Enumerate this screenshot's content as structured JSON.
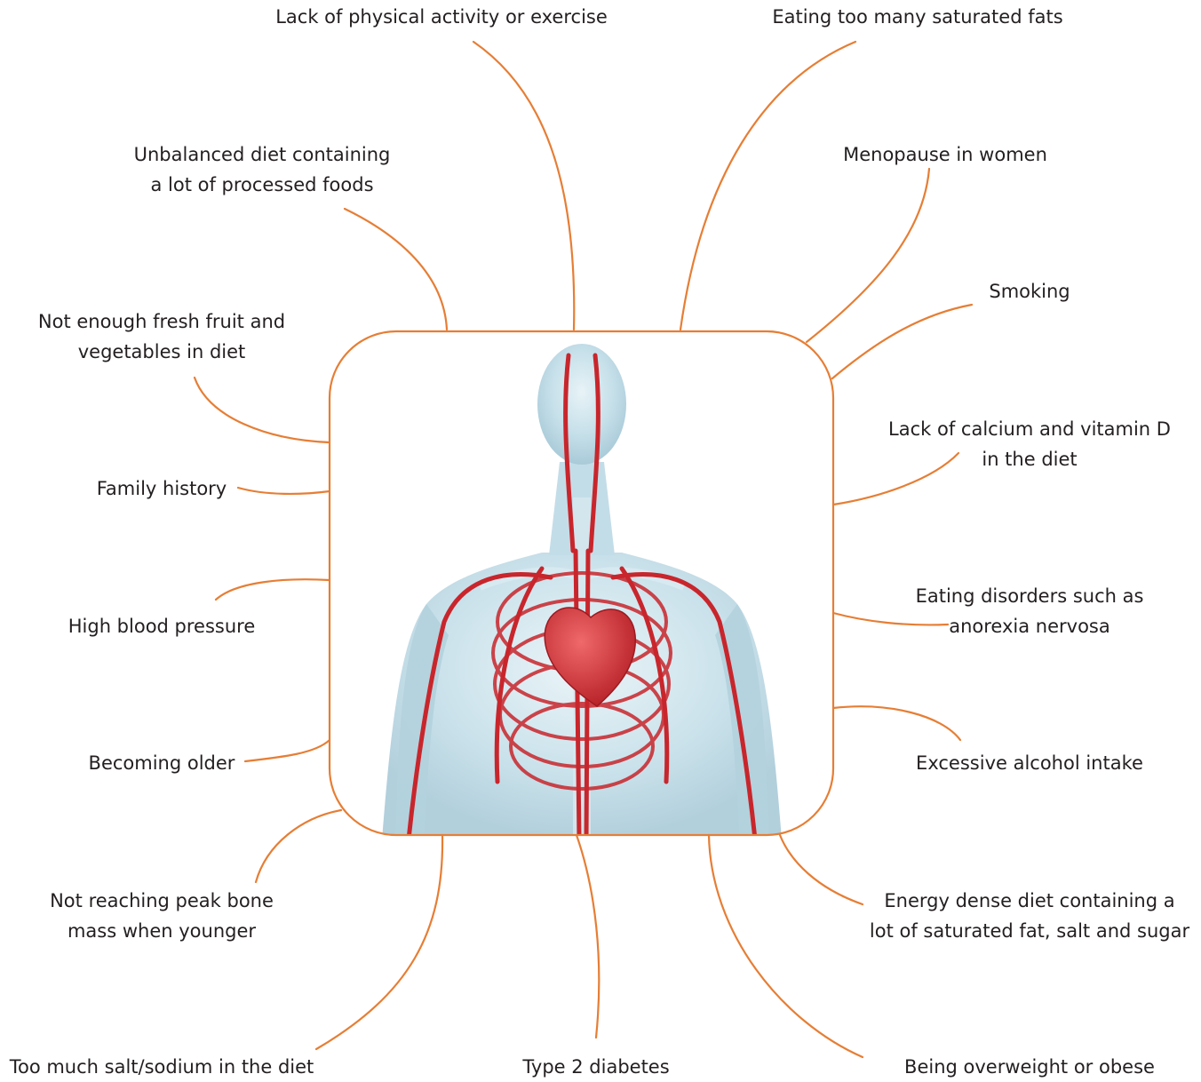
{
  "colors": {
    "connector": "#e67e35",
    "frame": "#e67e35",
    "vessels": "#c8262c",
    "body": "#bcd8e3",
    "text": "#231f20"
  },
  "factors": {
    "lack_of_exercise": [
      "Lack of physical activity or exercise"
    ],
    "saturated_fats": [
      "Eating too many saturated fats"
    ],
    "unbalanced_diet": [
      "Unbalanced diet containing",
      "a lot of processed foods"
    ],
    "menopause": [
      "Menopause in women"
    ],
    "smoking": [
      "Smoking"
    ],
    "fresh_fruit": [
      "Not enough fresh fruit and",
      "vegetables in diet"
    ],
    "calcium": [
      "Lack of calcium and vitamin D",
      "in the diet"
    ],
    "family_history": [
      "Family history"
    ],
    "eating_disorders": [
      "Eating disorders such as",
      "anorexia nervosa"
    ],
    "blood_pressure": [
      "High blood pressure"
    ],
    "becoming_older": [
      "Becoming older"
    ],
    "alcohol": [
      "Excessive alcohol intake"
    ],
    "peak_bone_mass": [
      "Not reaching peak bone",
      "mass when younger"
    ],
    "energy_dense_diet": [
      "Energy dense diet containing a",
      "lot of saturated fat, salt and sugar"
    ],
    "salt": [
      "Too much salt/sodium in the diet"
    ],
    "diabetes": [
      "Type 2 diabetes"
    ],
    "overweight": [
      "Being overweight or obese"
    ]
  },
  "image": {
    "icon": "human-circulatory-system-icon"
  }
}
